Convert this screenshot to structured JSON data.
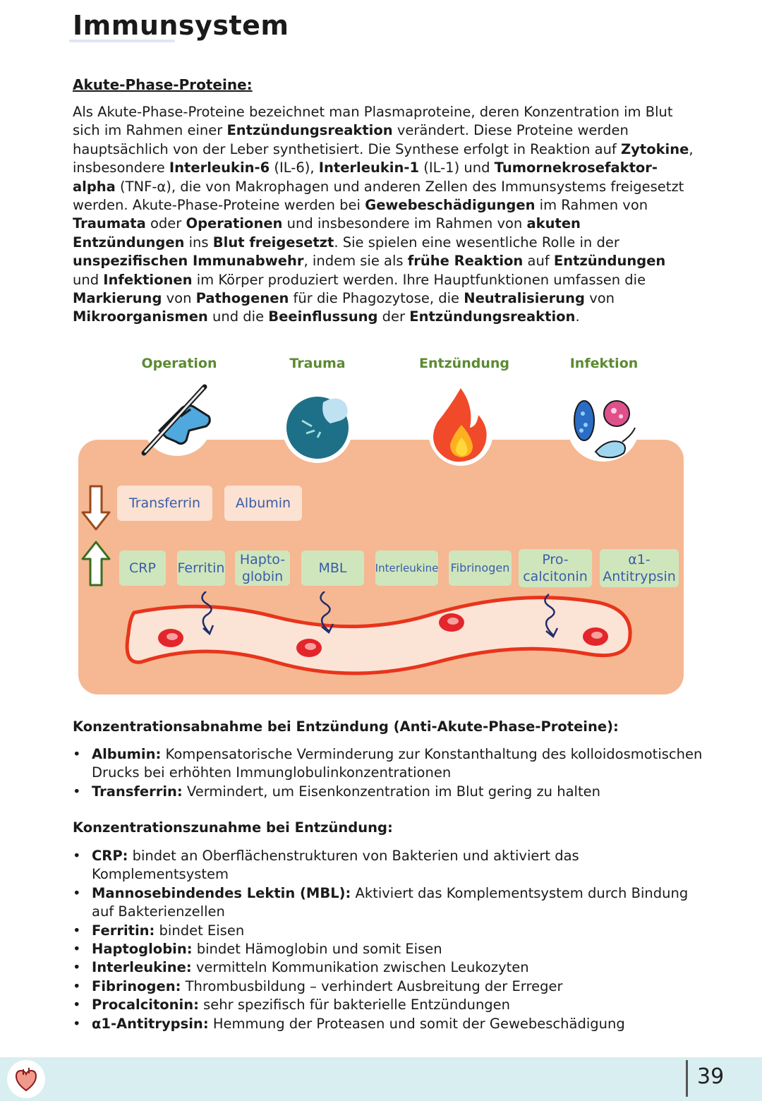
{
  "title": "Immunsystem",
  "section_heading": "Akute-Phase-Proteine:",
  "intro": [
    {
      "t": "Als Akute-Phase-Proteine bezeichnet man Plasmaproteine, deren Konzentration im Blut sich im Rahmen einer ",
      "b": false
    },
    {
      "t": "Entzündungsreaktion",
      "b": true
    },
    {
      "t": " verändert. Diese Proteine werden hauptsächlich von der Leber synthetisiert. Die Synthese erfolgt in Reaktion auf ",
      "b": false
    },
    {
      "t": "Zytokine",
      "b": true
    },
    {
      "t": ", insbesondere ",
      "b": false
    },
    {
      "t": "Interleukin-6",
      "b": true
    },
    {
      "t": " (IL-6), ",
      "b": false
    },
    {
      "t": "Interleukin-1",
      "b": true
    },
    {
      "t": " (IL-1) und ",
      "b": false
    },
    {
      "t": "Tumornekrosefaktor-alpha",
      "b": true
    },
    {
      "t": " (TNF-α), die von Makrophagen und anderen Zellen des Immunsystems freigesetzt werden. Akute-Phase-Proteine werden bei ",
      "b": false
    },
    {
      "t": "Gewebeschädigungen",
      "b": true
    },
    {
      "t": " im Rahmen von ",
      "b": false
    },
    {
      "t": "Traumata",
      "b": true
    },
    {
      "t": " oder ",
      "b": false
    },
    {
      "t": "Operationen",
      "b": true
    },
    {
      "t": " und insbesondere im Rahmen von ",
      "b": false
    },
    {
      "t": "akuten Entzündungen",
      "b": true
    },
    {
      "t": " ins ",
      "b": false
    },
    {
      "t": "Blut freigesetzt",
      "b": true
    },
    {
      "t": ". Sie spielen eine wesentliche Rolle in der ",
      "b": false
    },
    {
      "t": "unspezifischen Immunabwehr",
      "b": true
    },
    {
      "t": ", indem sie als ",
      "b": false
    },
    {
      "t": "frühe Reaktion",
      "b": true
    },
    {
      "t": " auf ",
      "b": false
    },
    {
      "t": "Entzündungen",
      "b": true
    },
    {
      "t": " und ",
      "b": false
    },
    {
      "t": "Infektionen",
      "b": true
    },
    {
      "t": " im Körper produziert werden. Ihre Hauptfunktionen umfassen die ",
      "b": false
    },
    {
      "t": "Markierung",
      "b": true
    },
    {
      "t": " von ",
      "b": false
    },
    {
      "t": "Pathogenen",
      "b": true
    },
    {
      "t": " für die Phagozytose, die ",
      "b": false
    },
    {
      "t": "Neutralisierung",
      "b": true
    },
    {
      "t": " von ",
      "b": false
    },
    {
      "t": "Mikroorganismen",
      "b": true
    },
    {
      "t": " und die ",
      "b": false
    },
    {
      "t": "Beeinflussung",
      "b": true
    },
    {
      "t": " der ",
      "b": false
    },
    {
      "t": "Entzündungsreaktion",
      "b": true
    },
    {
      "t": ".",
      "b": false
    }
  ],
  "diagram": {
    "categories": [
      "Operation",
      "Trauma",
      "Entzündung",
      "Infektion"
    ],
    "icons": [
      "scalpel-hand-icon",
      "trauma-icon",
      "fire-icon",
      "pathogens-icon"
    ],
    "decrease_proteins": [
      "Transferrin",
      "Albumin"
    ],
    "increase_proteins": [
      "CRP",
      "Ferritin",
      "Hapto-\nglobin",
      "MBL",
      "Interleukine",
      "Fibrinogen",
      "Pro-\ncalcitonin",
      "α1-\nAntitrypsin"
    ],
    "colors": {
      "panel": "#f5b892",
      "category_text": "#5b8a32",
      "protein_text": "#3a5ca8",
      "decrease_chip": "#fbe2d2",
      "increase_chip": "#cfe6bd",
      "vessel_border": "#e8341c",
      "vessel_fill": "#fbe3d6"
    }
  },
  "decrease_heading": "Konzentrationsabnahme bei Entzündung (Anti-Akute-Phase-Proteine):",
  "decrease_list": [
    {
      "term": "Albumin:",
      "desc": " Kompensatorische Verminderung zur Konstanthaltung des kolloidosmotischen Drucks bei erhöhten Immunglobulinkonzentrationen"
    },
    {
      "term": "Transferrin:",
      "desc": " Vermindert, um Eisenkonzentration im Blut gering zu halten"
    }
  ],
  "increase_heading": "Konzentrationszunahme bei Entzündung:",
  "increase_list": [
    {
      "term": "CRP:",
      "desc": " bindet an Oberflächenstrukturen von Bakterien und aktiviert das Komplementsystem"
    },
    {
      "term": "Mannosebindendes Lektin (MBL):",
      "desc": " Aktiviert das Komplementsystem durch Bindung auf Bakterienzellen"
    },
    {
      "term": "Ferritin:",
      "desc": " bindet Eisen"
    },
    {
      "term": "Haptoglobin:",
      "desc": " bindet Hämoglobin und somit Eisen"
    },
    {
      "term": "Interleukine:",
      "desc": " vermitteln Kommunikation zwischen Leukozyten"
    },
    {
      "term": "Fibrinogen:",
      "desc": " Thrombusbildung – verhindert Ausbreitung der Erreger"
    },
    {
      "term": "Procalcitonin:",
      "desc": " sehr spezifisch für bakterielle Entzündungen"
    },
    {
      "term": "α1-Antitrypsin:",
      "desc": " Hemmung der Proteasen und somit der Gewebeschädigung"
    }
  ],
  "footer": {
    "page_number": "39",
    "logo_icon": "heart-icon"
  }
}
